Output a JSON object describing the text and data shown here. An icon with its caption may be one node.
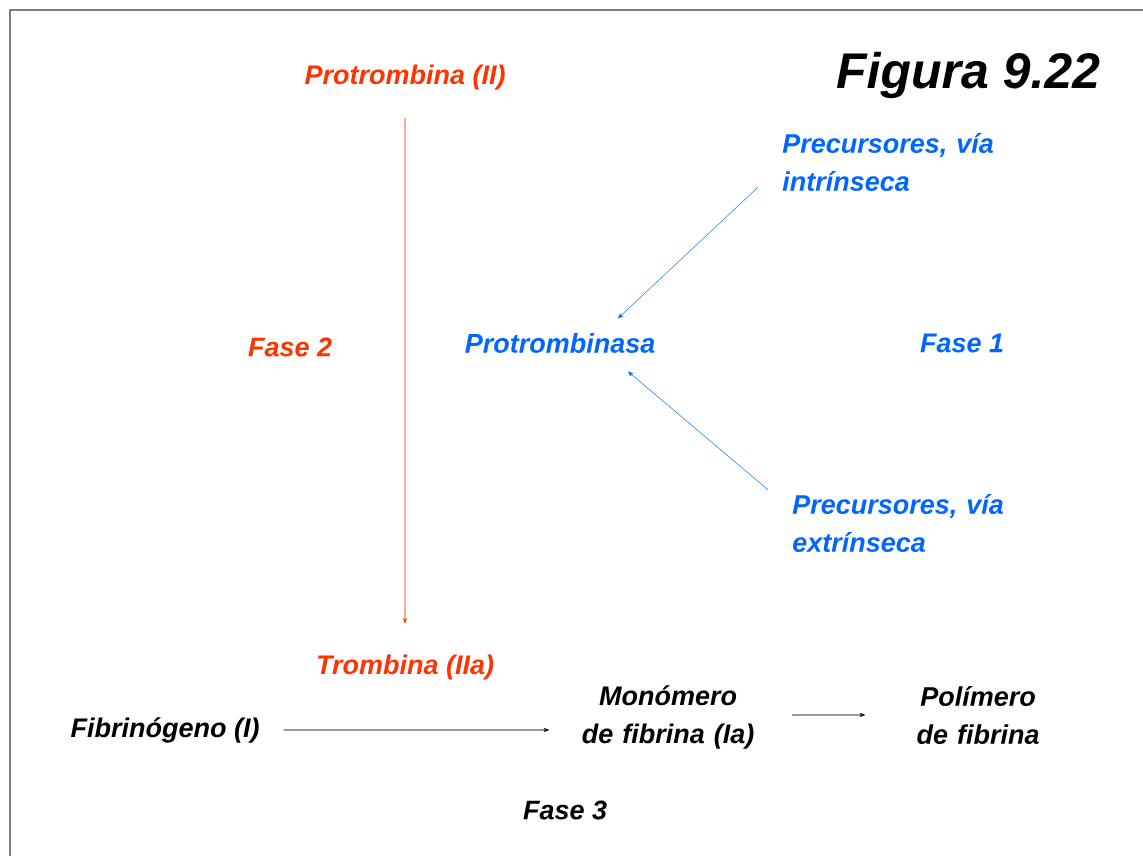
{
  "diagram": {
    "title": "Figura 9.22",
    "nodes": [
      {
        "text": [
          "Protrombina (II)"
        ]
      },
      {
        "text": [
          "Precursores, vía intrínseca"
        ]
      },
      {
        "text": [
          "Protrombinasa"
        ]
      },
      {
        "text": [
          "Precursores, vía extrínseca"
        ]
      },
      {
        "text": [
          "Trombina (IIa)"
        ]
      },
      {
        "text": [
          "Fibrinógeno (I)"
        ]
      },
      {
        "text": [
          "Monómero de fibrina (Ia)"
        ]
      },
      {
        "text": [
          "Polímero de fibrina"
        ]
      }
    ],
    "edges": [
      {
        "from": 0,
        "to": 4,
        "arrow": "to",
        "color": "#ff3300"
      },
      {
        "from": 1,
        "to": 2,
        "arrow": "to",
        "color": "#0066ff"
      },
      {
        "from": 3,
        "to": 2,
        "arrow": "to",
        "color": "#0066ff"
      },
      {
        "from": 5,
        "to": 6,
        "arrow": "to",
        "color": "#000000"
      },
      {
        "from": 6,
        "to": 7,
        "arrow": "to",
        "color": "#000000"
      }
    ],
    "labels": [
      "Fase 2",
      "Fase 1",
      "Fase 3"
    ]
  }
}
